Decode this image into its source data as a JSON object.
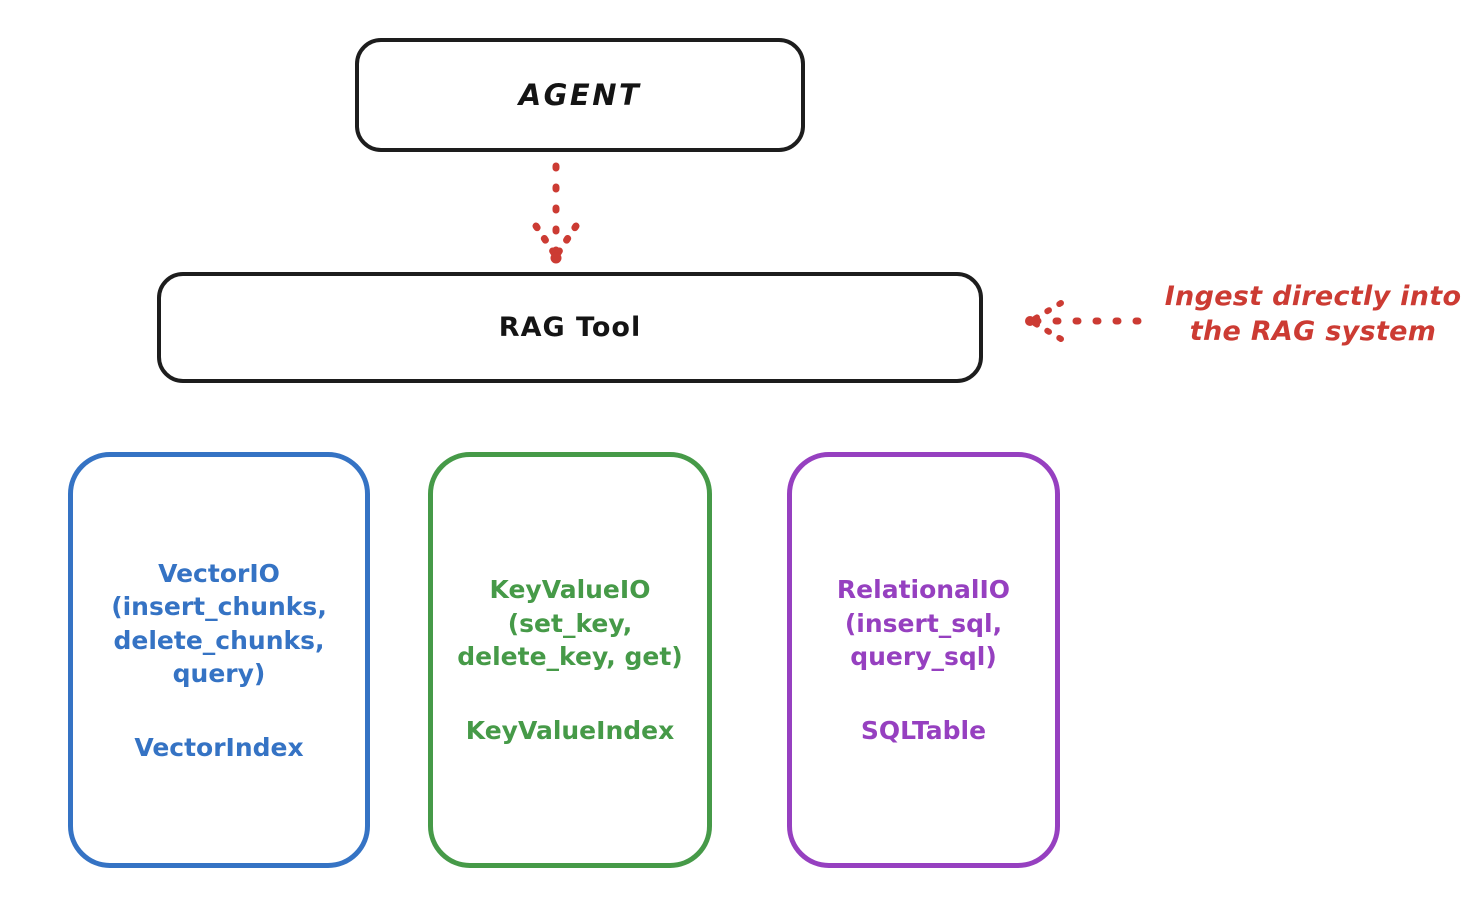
{
  "diagram": {
    "title": "RAG Tool architecture",
    "background": "#ffffff",
    "colors": {
      "outline": "#1d1d1d",
      "vector": "#3573c4",
      "keyvalue": "#469a48",
      "relational": "#9640c0",
      "annotation": "#cc3b33"
    }
  },
  "nodes": {
    "agent": {
      "label": "AGENT",
      "color": "#1d1d1d"
    },
    "rag_tool": {
      "label": "RAG Tool",
      "color": "#1d1d1d"
    },
    "vector_io": {
      "api": "VectorIO\n(insert_chunks,\ndelete_chunks,\nquery)",
      "index": "VectorIndex",
      "color": "#3573c4"
    },
    "key_value_io": {
      "api": "KeyValueIO\n(set_key,\ndelete_key, get)",
      "index": "KeyValueIndex",
      "color": "#469a48"
    },
    "relational_io": {
      "api": "RelationalIO\n(insert_sql,\nquery_sql)",
      "index": "SQLTable",
      "color": "#9640c0"
    }
  },
  "connectors": {
    "agent_to_rag": {
      "style": "dotted-arrow-down",
      "color": "#cc3b33",
      "from": "agent",
      "to": "rag_tool"
    },
    "ingest_to_rag": {
      "style": "dotted-arrow-left",
      "color": "#cc3b33",
      "from": "ingest_annotation",
      "to": "rag_tool"
    }
  },
  "annotations": {
    "ingest": {
      "text": "Ingest directly into\nthe RAG system",
      "color": "#cc3b33"
    }
  }
}
